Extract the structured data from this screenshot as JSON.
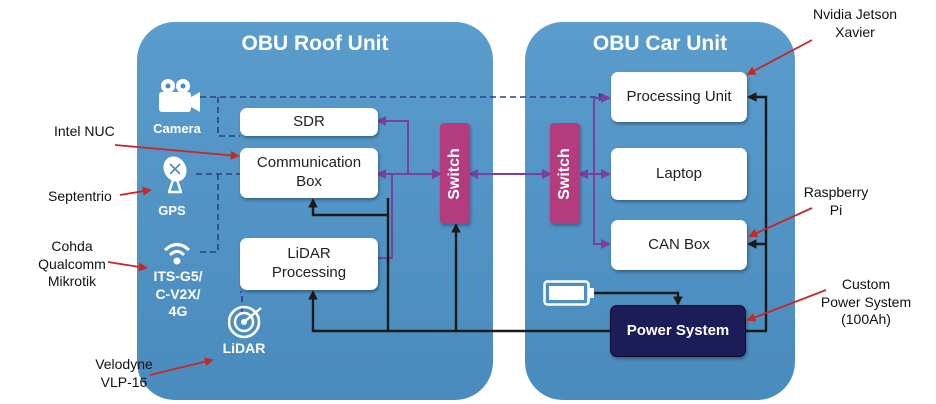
{
  "roof_unit": {
    "title": "OBU Roof Unit",
    "boxes": {
      "sdr": "SDR",
      "communication_box": "Communication\nBox",
      "lidar_processing": "LiDAR\nProcessing"
    },
    "icons": {
      "camera": "Camera",
      "gps": "GPS",
      "its": "ITS-G5/\nC-V2X/\n4G",
      "lidar": "LiDAR"
    },
    "switch": "Switch"
  },
  "car_unit": {
    "title": "OBU Car Unit",
    "boxes": {
      "processing_unit": "Processing Unit",
      "laptop": "Laptop",
      "can_box": "CAN Box",
      "power_system": "Power System"
    },
    "switch": "Switch"
  },
  "external_labels": {
    "nvidia": "Nvidia Jetson\nXavier",
    "intel": "Intel NUC",
    "septentrio": "Septentrio",
    "cohda": "Cohda\nQualcomm\nMikrotik",
    "raspberry": "Raspberry\nPi",
    "custom_power": "Custom\nPower System\n(100Ah)",
    "velodyne": "Velodyne\nVLP-16"
  },
  "colors": {
    "unit_bg": "#4a8bbd",
    "switch": "#b33b7e",
    "data_link": "#7b3fa0",
    "dashed_link": "#2a3f8f",
    "power_link": "#1a1a1a",
    "pointer_arrow": "#c62828",
    "power_box": "#1c1c58"
  },
  "icon_names": [
    "camera-icon",
    "satellite-dish-icon",
    "wifi-antenna-icon",
    "lidar-icon",
    "battery-icon"
  ]
}
